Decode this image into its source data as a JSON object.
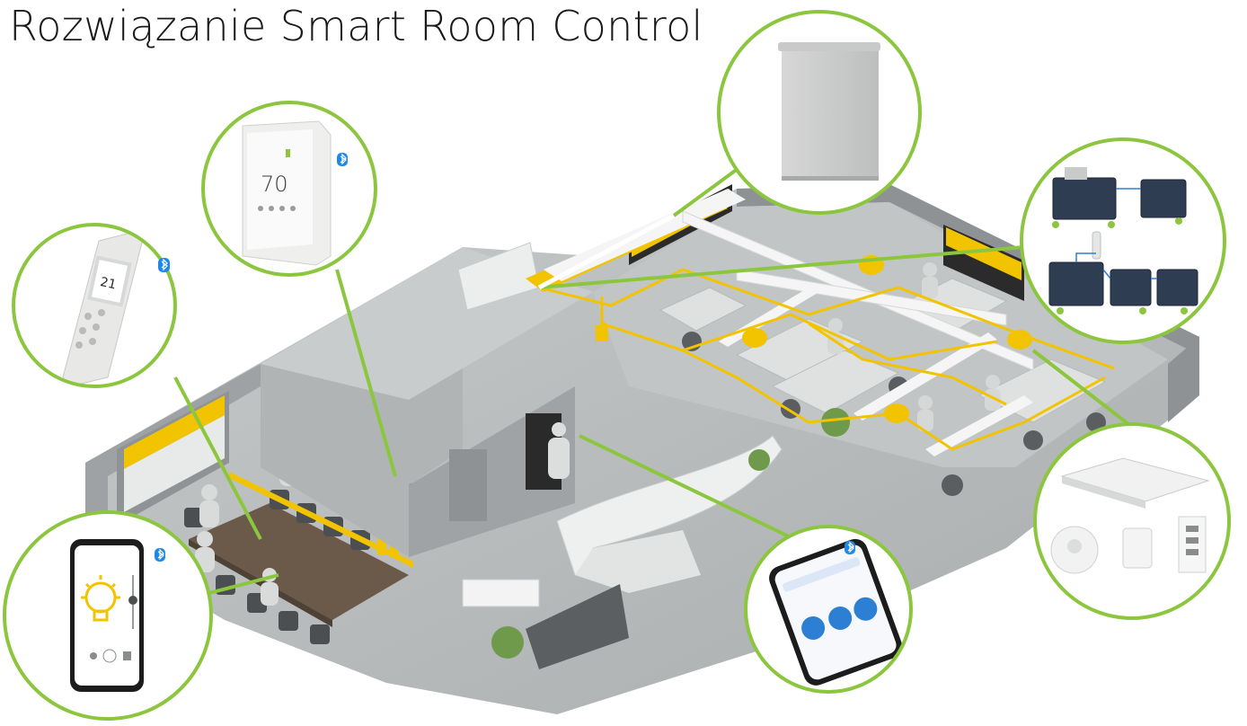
{
  "title": "Rozwiązanie Smart Room Control",
  "colors": {
    "accent_green": "#8cc63f",
    "duct_yellow": "#f2c400",
    "floor_gray": "#b9bcbd",
    "wall_gray": "#9fa3a5",
    "bluetooth_blue": "#1e88e5"
  },
  "thermostat_display": "70",
  "remote_display": "21",
  "icons": [
    "bluetooth-icon",
    "bulb-icon",
    "fan-icon"
  ]
}
